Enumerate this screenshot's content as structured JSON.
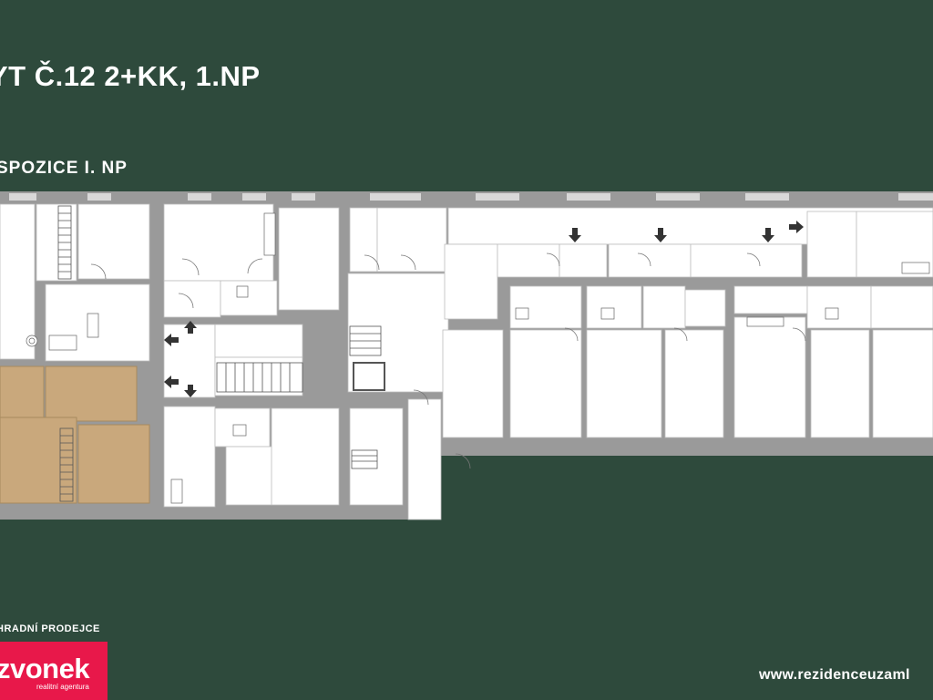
{
  "header": {
    "title": "YT Č.12 2+KK, 1.NP",
    "subtitle": "SPOZICE I. NP"
  },
  "colors": {
    "background": "#2e4a3c",
    "highlight_unit": "#c9a87c",
    "walls": "#9a9a9a",
    "floor": "#ffffff",
    "logo_bg": "#e8184a"
  },
  "footer": {
    "agency_label": "HRADNÍ PRODEJCE",
    "logo_name": "zvonek",
    "logo_tagline": "realitní agentura",
    "website": "www.rezidenceuzaml"
  }
}
